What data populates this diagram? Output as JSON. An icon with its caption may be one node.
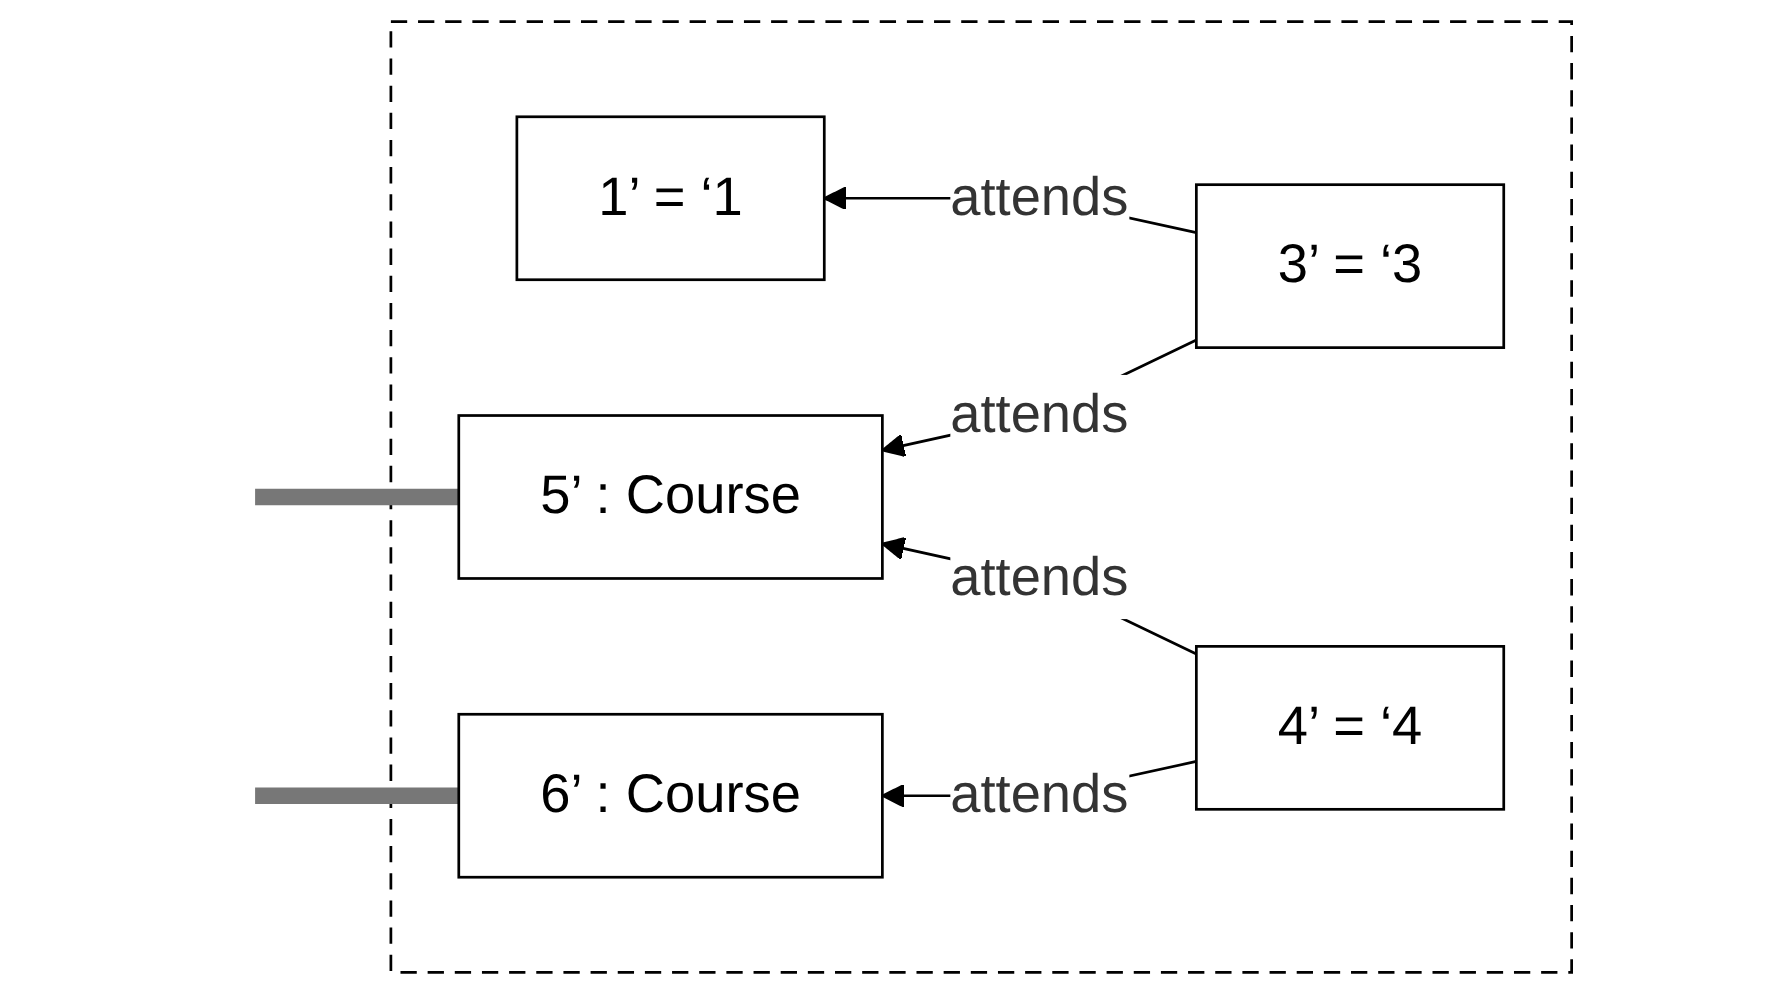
{
  "diagram": {
    "nodes": [
      {
        "text": [],
        "shape": "box"
      },
      {
        "text": [
          "1’ = ‘1"
        ],
        "in": 0
      },
      {
        "text": [
          "3’ = ‘3"
        ],
        "in": 0
      },
      {
        "text": [
          "5’ : Course"
        ],
        "in": 0
      },
      {
        "text": [
          "4’ = ‘4"
        ],
        "in": 0
      },
      {
        "text": [
          "6’ : Course"
        ],
        "in": 0
      }
    ],
    "edges": [
      {
        "from": 2,
        "to": 1,
        "arrow": "to",
        "label": "attends"
      },
      {
        "from": 2,
        "to": 3,
        "arrow": "to",
        "label": "attends"
      },
      {
        "from": 4,
        "to": 3,
        "arrow": "to",
        "label": "attends"
      },
      {
        "from": 4,
        "to": 5,
        "arrow": "to",
        "label": "attends"
      },
      {
        "from": 3,
        "to": null,
        "arrow": "none",
        "style": "thick",
        "color": "#777777"
      },
      {
        "from": 5,
        "to": null,
        "arrow": "none",
        "style": "thick",
        "color": "#777777"
      }
    ]
  }
}
